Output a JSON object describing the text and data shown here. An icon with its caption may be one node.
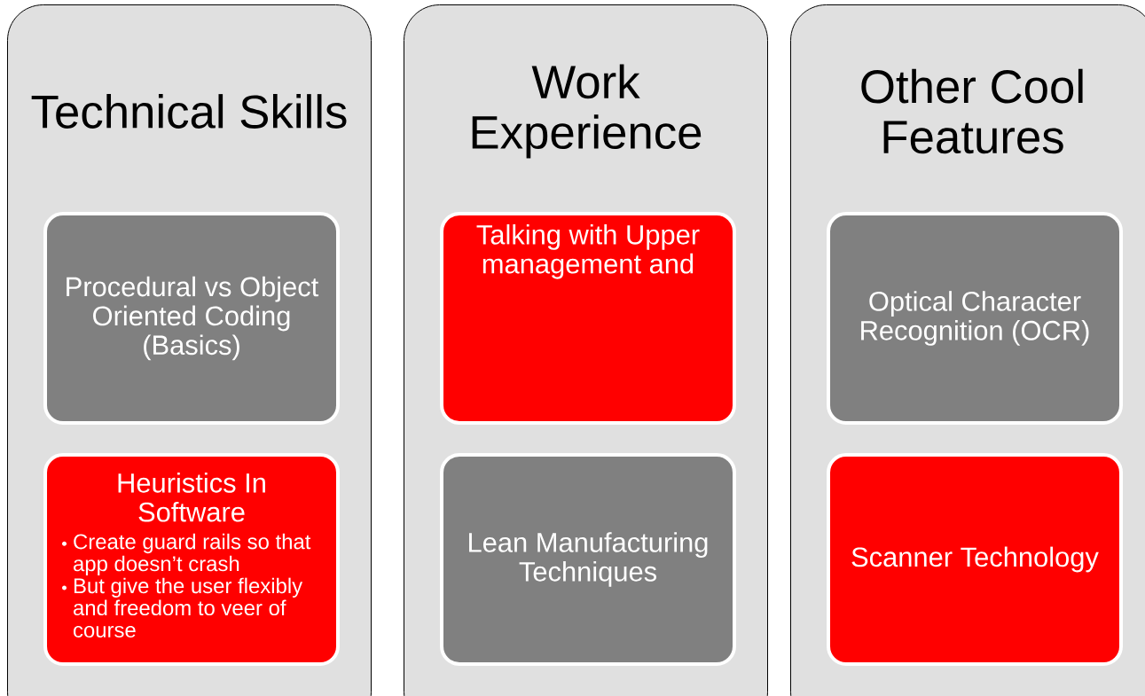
{
  "diagram": {
    "nodes": [
      {
        "text": [
          "Technical Skills"
        ]
      },
      {
        "text": [
          "Procedural vs Object Oriented Coding (Basics)"
        ],
        "in": 0
      },
      {
        "text": [
          "Heuristics In Software",
          "Create guard rails so that app doesn’t crash",
          "But give the user flexibly and freedom to veer of course"
        ],
        "in": 0
      },
      {
        "text": [
          "Work Experience"
        ]
      },
      {
        "text": [
          "Talking with Upper management and"
        ],
        "in": 3
      },
      {
        "text": [
          "Lean Manufacturing Techniques"
        ],
        "in": 3
      },
      {
        "text": [
          "Other Cool Features"
        ]
      },
      {
        "text": [
          "Optical Character Recognition (OCR)"
        ],
        "in": 6
      },
      {
        "text": [
          "Scanner Technology"
        ],
        "in": 6
      }
    ]
  }
}
